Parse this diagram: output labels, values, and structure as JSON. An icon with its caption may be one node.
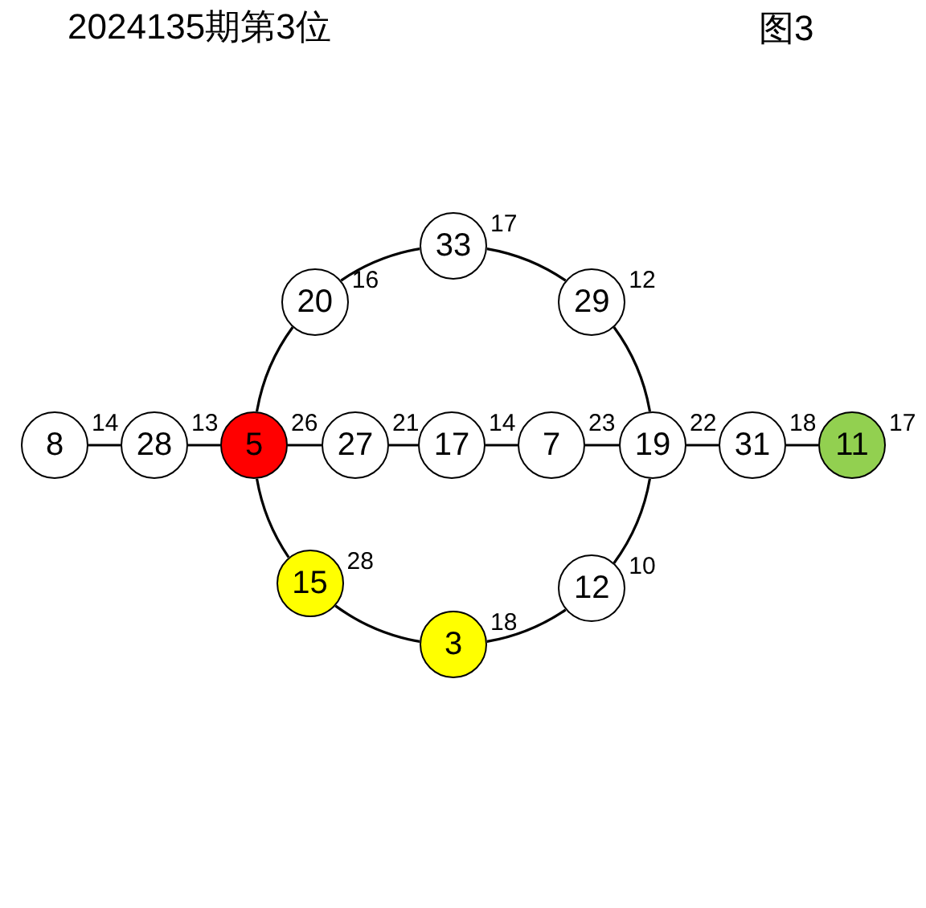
{
  "diagram": {
    "title": "2024135期第3位",
    "nodes": [
      {
        "text": [
          "33"
        ],
        "beside": [
          "17"
        ]
      },
      {
        "text": [
          "20"
        ],
        "beside": [
          "16"
        ]
      },
      {
        "text": [
          "29"
        ],
        "beside": [
          "12"
        ]
      },
      {
        "text": [
          "8"
        ],
        "beside": [
          "14"
        ]
      },
      {
        "text": [
          "28"
        ],
        "beside": [
          "13"
        ]
      },
      {
        "text": [
          "5"
        ],
        "beside": [
          "26"
        ]
      },
      {
        "text": [
          "27"
        ],
        "beside": [
          "21"
        ]
      },
      {
        "text": [
          "17"
        ],
        "beside": [
          "14"
        ]
      },
      {
        "text": [
          "7"
        ],
        "beside": [
          "23"
        ]
      },
      {
        "text": [
          "19"
        ],
        "beside": [
          "22"
        ]
      },
      {
        "text": [
          "31"
        ],
        "beside": [
          "18"
        ]
      },
      {
        "text": [
          "11"
        ],
        "beside": [
          "17"
        ]
      },
      {
        "text": [
          "15"
        ],
        "beside": [
          "28"
        ]
      },
      {
        "text": [
          "12"
        ],
        "beside": [
          "10"
        ]
      },
      {
        "text": [
          "3"
        ],
        "beside": [
          "18"
        ]
      }
    ],
    "edges": [
      {
        "from": 3,
        "to": 4,
        "arrow": "none"
      },
      {
        "from": 4,
        "to": 5,
        "arrow": "none"
      },
      {
        "from": 5,
        "to": 6,
        "arrow": "none"
      },
      {
        "from": 6,
        "to": 7,
        "arrow": "none"
      },
      {
        "from": 7,
        "to": 8,
        "arrow": "none"
      },
      {
        "from": 8,
        "to": 9,
        "arrow": "none"
      },
      {
        "from": 9,
        "to": 10,
        "arrow": "none"
      },
      {
        "from": 10,
        "to": 11,
        "arrow": "none"
      },
      {
        "from": 5,
        "to": 1,
        "arrow": "none"
      },
      {
        "from": 1,
        "to": 0,
        "arrow": "none"
      },
      {
        "from": 0,
        "to": 2,
        "arrow": "none"
      },
      {
        "from": 2,
        "to": 9,
        "arrow": "none"
      },
      {
        "from": 9,
        "to": 13,
        "arrow": "none"
      },
      {
        "from": 13,
        "to": 14,
        "arrow": "none"
      },
      {
        "from": 14,
        "to": 12,
        "arrow": "none"
      },
      {
        "from": 12,
        "to": 5,
        "arrow": "none"
      }
    ],
    "labels": [
      "图3"
    ]
  }
}
